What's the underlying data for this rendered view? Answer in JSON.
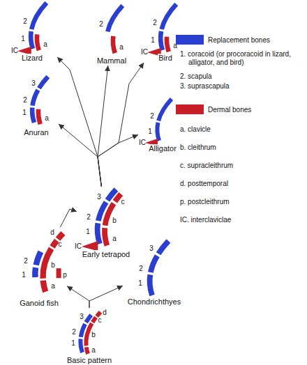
{
  "diagram": {
    "nodes": [
      {
        "text": [
          "Lizard"
        ]
      },
      {
        "text": [
          "Mammal"
        ]
      },
      {
        "text": [
          "Bird"
        ]
      },
      {
        "text": [
          "Anuran"
        ]
      },
      {
        "text": [
          "Alligator"
        ]
      },
      {
        "text": [
          "Early tetrapod"
        ]
      },
      {
        "text": [
          "Ganoid fish"
        ]
      },
      {
        "text": [
          "Chondrichthyes"
        ]
      },
      {
        "text": [
          "Basic pattern"
        ]
      }
    ],
    "edges": [
      {
        "from": 5,
        "to": 0,
        "arrow": "to"
      },
      {
        "from": 5,
        "to": 1,
        "arrow": "to"
      },
      {
        "from": 5,
        "to": 2,
        "arrow": "to"
      },
      {
        "from": 5,
        "to": 3,
        "arrow": "to"
      },
      {
        "from": 5,
        "to": 4,
        "arrow": "to"
      },
      {
        "from": 6,
        "to": 5,
        "arrow": "to"
      },
      {
        "from": 8,
        "to": 6,
        "arrow": "to"
      },
      {
        "from": 8,
        "to": 7,
        "arrow": "to"
      }
    ],
    "labels": [
      "2",
      "IC",
      "1",
      "a",
      "2",
      "a",
      "2",
      "IC",
      "1",
      "a",
      "3",
      "2",
      "1",
      "a",
      "2",
      "IC",
      "1",
      "3",
      "c",
      "2",
      "b",
      "IC",
      "1",
      "a",
      "d",
      "p",
      "c",
      "2",
      "1",
      "b",
      "a",
      "3",
      "2",
      "1",
      "d",
      "3",
      "c",
      "2",
      "b",
      "1",
      "a",
      "1. coracoid (or procoracoid in lizard, alligator, and bird)",
      "2. scapula",
      "3. suprascapula",
      "a. clavicle",
      "b. cleithrum",
      "c. supracleithrum",
      "d. posttemporal",
      "p. postcleithrum",
      "IC. interclaviclae"
    ],
    "legend": [
      {
        "text": "Replacement bones",
        "color": "#2a3fd0"
      },
      {
        "text": "Dermal bones",
        "color": "#c81e28"
      }
    ]
  }
}
